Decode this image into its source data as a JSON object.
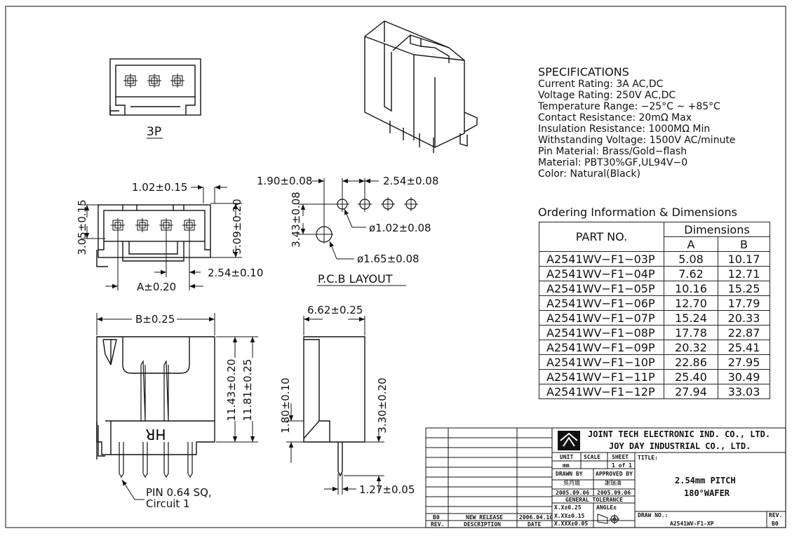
{
  "views": {
    "top_label": "3P",
    "pcb_layout": "P.C.B  LAYOUT",
    "dims": {
      "d_102": "1.02±0.15",
      "d_190": "1.90±0.08",
      "d_254a": "2.54±0.08",
      "d_305": "3.05±0.15",
      "d_509": "5.09±0.20",
      "d_343": "3.43±0.08",
      "d_phi102": "ø1.02±0.08",
      "d_phi165": "ø1.65±0.08",
      "d_254b": "2.54±0.10",
      "d_a": "A±0.20",
      "d_b": "B±0.25",
      "d_662": "6.62±0.25",
      "d_1143": "11.43±0.20",
      "d_1181": "11.81±0.25",
      "d_180": "1.80±0.10",
      "d_330": "3.30±0.20",
      "d_127": "1.27±0.05"
    },
    "hr_mark": "HR",
    "pin_note_1": "PIN  0.64  SQ,",
    "pin_note_2": "Circuit  1"
  },
  "specifications": {
    "title": "SPECIFICATIONS",
    "lines": [
      "Current Rating:  3A AC,DC",
      "Voltage Rating:  250V AC,DC",
      "Temperature Range:  −25°C  ~  +85°C",
      "Contact Resistance:  20mΩ  Max",
      "Insulation Resistance:  1000MΩ  Min",
      "Withstanding Voltage:  1500V AC/minute",
      "Pin Material:  Brass/Gold−flash",
      "Material:  PBT30%GF,UL94V−0",
      "Color:  Natural(Black)"
    ]
  },
  "ordering": {
    "title": "Ordering  Information  &  Dimensions",
    "col_part": "PART  NO.",
    "col_dims": "Dimensions",
    "col_a": "A",
    "col_b": "B",
    "rows": [
      {
        "part": "A2541WV−F1−03P",
        "a": "5.08",
        "b": "10.17"
      },
      {
        "part": "A2541WV−F1−04P",
        "a": "7.62",
        "b": "12.71"
      },
      {
        "part": "A2541WV−F1−05P",
        "a": "10.16",
        "b": "15.25"
      },
      {
        "part": "A2541WV−F1−06P",
        "a": "12.70",
        "b": "17.79"
      },
      {
        "part": "A2541WV−F1−07P",
        "a": "15.24",
        "b": "20.33"
      },
      {
        "part": "A2541WV−F1−08P",
        "a": "17.78",
        "b": "22.87"
      },
      {
        "part": "A2541WV−F1−09P",
        "a": "20.32",
        "b": "25.41"
      },
      {
        "part": "A2541WV−F1−10P",
        "a": "22.86",
        "b": "27.95"
      },
      {
        "part": "A2541WV−F1−11P",
        "a": "25.40",
        "b": "30.49"
      },
      {
        "part": "A2541WV−F1−12P",
        "a": "27.94",
        "b": "33.03"
      }
    ]
  },
  "title_block": {
    "company_1": "JOINT TECH ELECTRONIC IND. CO., LTD.",
    "company_2": "JOY DAY INDUSTRIAL CO., LTD.",
    "unit_label": "UNIT",
    "unit_value": "mm",
    "scale_label": "SCALE",
    "sheet_label": "SHEET",
    "sheet_value": "1 of 1",
    "title_label": "TITLE:",
    "title_1": "2.54mm PITCH",
    "title_2": "180°WAFER",
    "drawn_by_label": "DRAWN BY",
    "drawn_by_name": "吳月娥",
    "drawn_by_date": "2005.09.06",
    "approved_by_label": "APPROVED BY",
    "approved_by_name": "謝瑞清",
    "approved_by_date": "2005.09.06",
    "general_tolerance": "GENERAL TOLERANCE",
    "tol_1": "X.X±0.25",
    "tol_2": "X.XX±0.15",
    "tol_3": "X.XXX±0.05",
    "angle": "ANGLE±",
    "rev_code": "B0",
    "rev_desc": "NEW RELEASE",
    "rev_date": "2006.04.10",
    "hdr_rev": "REV.",
    "hdr_desc": "DESCRIPTION",
    "hdr_date": "DATE",
    "draw_no_label": "DRAW NO.:",
    "draw_no": "A2541WV-F1-XP",
    "rev_label": "REV.",
    "rev_value": "B0"
  }
}
